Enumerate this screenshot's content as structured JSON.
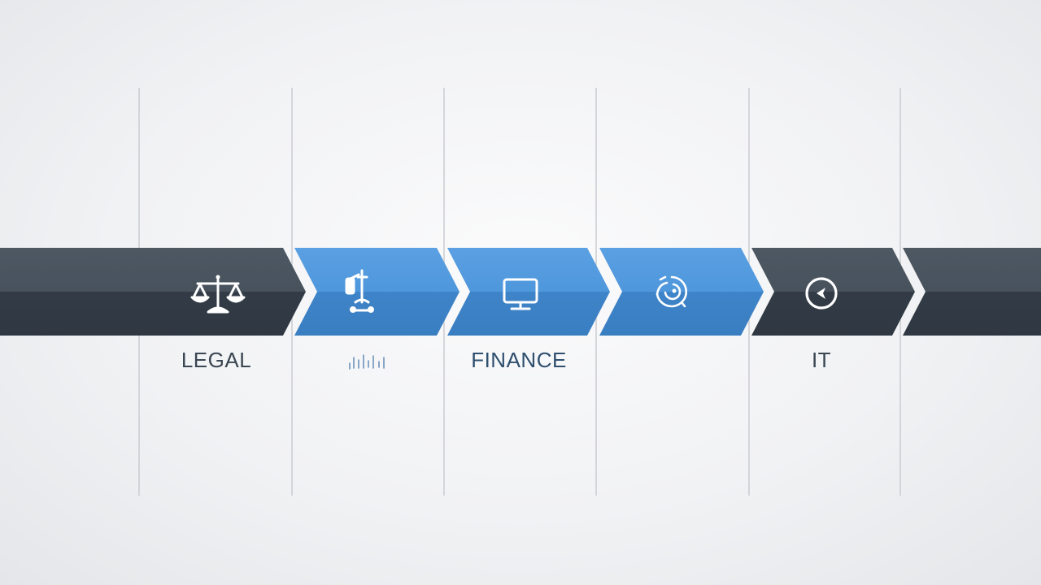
{
  "diagram": {
    "stages": [
      {
        "id": "legal",
        "label": "LEGAL",
        "icon": "scales-icon",
        "color": "#3b4550"
      },
      {
        "id": "stage-2",
        "label": "",
        "icon": "microscope-icon",
        "color": "#4a8fd4"
      },
      {
        "id": "finance",
        "label": "FINANCE",
        "icon": "monitor-icon",
        "color": "#4a8fd4"
      },
      {
        "id": "stage-4",
        "label": "",
        "icon": "swirl-icon",
        "color": "#4a8fd4"
      },
      {
        "id": "it",
        "label": "IT",
        "icon": "compass-icon",
        "color": "#3b4550"
      },
      {
        "id": "stage-6",
        "label": "",
        "icon": "",
        "color": "#3b4550"
      }
    ],
    "colors": {
      "dark": "#3b4550",
      "blue": "#4a8fd4",
      "label_dark": "#3a4652",
      "label_blue": "#2f4f6e",
      "divider": "#c9ccd0"
    }
  }
}
